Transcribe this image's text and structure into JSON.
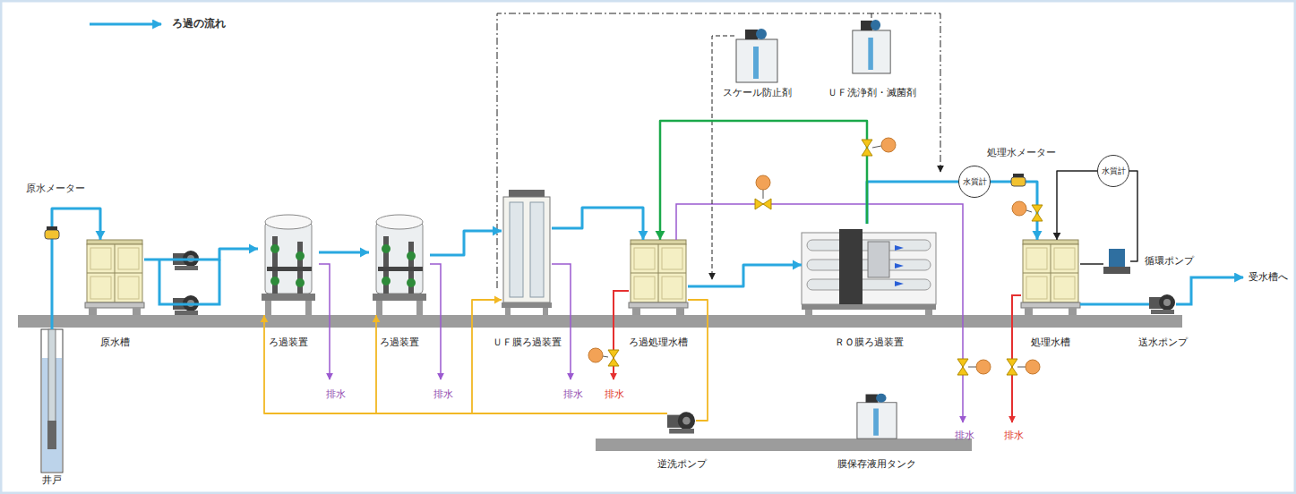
{
  "diagram": {
    "nodes": [
      {
        "text": [
          "井戸"
        ]
      },
      {
        "text": [
          "原水槽"
        ]
      },
      {
        "text": [
          "ろ過装置"
        ]
      },
      {
        "text": [
          "ろ過装置"
        ]
      },
      {
        "text": [
          "ＵＦ膜ろ過装置"
        ]
      },
      {
        "text": [
          "ろ過処理水槽"
        ]
      },
      {
        "text": [
          "ＲＯ膜ろ過装置"
        ]
      },
      {
        "text": [
          "処理水槽"
        ]
      },
      {
        "text": [
          "送水ポンプ"
        ]
      },
      {
        "text": [
          "逆洗ポンプ"
        ]
      },
      {
        "text": [
          "膜保存液用タンク"
        ]
      },
      {
        "text": [
          "スケール防止剤"
        ]
      },
      {
        "text": [
          "ＵＦ洗浄剤・滅菌剤"
        ]
      },
      {
        "text": [
          "水質計"
        ]
      },
      {
        "text": [
          "水質計"
        ]
      },
      {
        "text": [
          "循環ポンプ"
        ]
      }
    ],
    "edges": [
      {
        "from": 0,
        "to": 1,
        "arrow": "to"
      },
      {
        "from": 1,
        "to": 2,
        "arrow": "to"
      },
      {
        "from": 2,
        "to": 3,
        "arrow": "to"
      },
      {
        "from": 3,
        "to": 4,
        "arrow": "to"
      },
      {
        "from": 4,
        "to": 5,
        "arrow": "to"
      },
      {
        "from": 5,
        "to": 6,
        "arrow": "to"
      },
      {
        "from": 6,
        "to": 7,
        "arrow": "to"
      },
      {
        "from": 7,
        "to": 8,
        "arrow": "none"
      },
      {
        "from": 6,
        "to": 5,
        "arrow": "to"
      },
      {
        "from": 5,
        "to": 9,
        "arrow": "none"
      },
      {
        "from": 9,
        "to": 2,
        "arrow": "to"
      },
      {
        "from": 9,
        "to": 3,
        "arrow": "to"
      },
      {
        "from": 9,
        "to": 4,
        "arrow": "to"
      },
      {
        "from": 7,
        "to": 15,
        "arrow": "none"
      },
      {
        "from": 15,
        "to": 14,
        "arrow": "none"
      },
      {
        "from": 14,
        "to": 7,
        "arrow": "to"
      }
    ],
    "labels": [
      "原水メーター",
      "排水",
      "排水",
      "排水",
      "排水",
      "処理水メーター",
      "受水槽へ",
      "排水",
      "排水"
    ],
    "legend": [
      {
        "text": "ろ過の流れ"
      }
    ]
  }
}
